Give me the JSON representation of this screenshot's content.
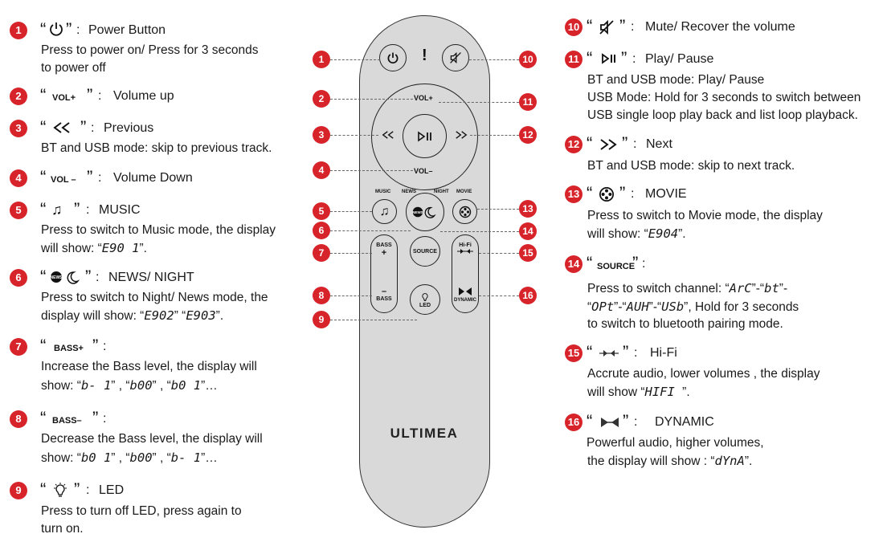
{
  "brand": "ULTIMEA",
  "remote_labels": {
    "vol_up": "VOL+",
    "vol_down": "VOL–",
    "music": "MUSIC",
    "news": "NEWS",
    "night": "NIGHT",
    "movie": "MOVIE",
    "source": "SOURCE",
    "bass": "BASS",
    "bass_plus": "+",
    "bass_minus": "–",
    "hifi": "Hi-Fi",
    "dynamic": "DYNAMIC",
    "led": "LED",
    "indicator": "!"
  },
  "callout_numbers": [
    "1",
    "2",
    "3",
    "4",
    "5",
    "6",
    "7",
    "8",
    "9",
    "10",
    "11",
    "12",
    "13",
    "14",
    "15",
    "16"
  ],
  "items": [
    {
      "num": "1",
      "glyph": "power-icon",
      "title": "Power Button",
      "lines": [
        "Press to power on/ Press for 3 seconds",
        "to power off"
      ]
    },
    {
      "num": "2",
      "glyph_text": "VOL+",
      "title": "Volume up",
      "lines": []
    },
    {
      "num": "3",
      "glyph": "previous-icon",
      "title": "Previous",
      "lines": [
        "BT and USB mode: skip to previous track."
      ]
    },
    {
      "num": "4",
      "glyph_text": "VOL –",
      "title": "Volume Down",
      "lines": []
    },
    {
      "num": "5",
      "glyph": "music-note-icon",
      "title": "MUSIC",
      "lines": [
        "Press to switch to Music mode, the display"
      ],
      "line2_pre": "will show: “",
      "line2_seg": "E90 1",
      "line2_post": "”."
    },
    {
      "num": "6",
      "glyph": "news-night-icon",
      "title": "NEWS/ NIGHT",
      "lines": [
        "Press to switch to Night/ News mode, the"
      ],
      "line2_pre": "display will show: “",
      "line2_seg": "E902",
      "line2_mid": "” “",
      "line2_seg2": "E903",
      "line2_post": "”."
    },
    {
      "num": "7",
      "glyph_text": "BASS+",
      "title": "",
      "lines": [
        "Increase the Bass level, the display will"
      ],
      "line2_pre": "show: “",
      "line2_seg": "b- 1",
      "line2_mid": "” , “",
      "line2_seg2": "b00",
      "line2_mid2": "” , “",
      "line2_seg3": "b0 1",
      "line2_post": "”…"
    },
    {
      "num": "8",
      "glyph_text": "BASS–",
      "title": "",
      "lines": [
        "Decrease the Bass level, the display will"
      ],
      "line2_pre": "show: “",
      "line2_seg": "b0 1",
      "line2_mid": "” , “",
      "line2_seg2": "b00",
      "line2_mid2": "” , “",
      "line2_seg3": "b- 1",
      "line2_post": "”…"
    },
    {
      "num": "9",
      "glyph": "led-icon",
      "title": "LED",
      "lines": [
        "Press to turn off LED, press again to",
        "turn on."
      ]
    },
    {
      "num": "10",
      "glyph": "mute-icon",
      "title": "Mute/ Recover the volume",
      "lines": []
    },
    {
      "num": "11",
      "glyph": "play-pause-icon",
      "title": "Play/ Pause",
      "lines": [
        "BT and USB mode: Play/ Pause",
        "USB Mode: Hold for 3 seconds to switch between",
        "USB single loop play back and list loop playback."
      ]
    },
    {
      "num": "12",
      "glyph": "next-icon",
      "title": "Next",
      "lines": [
        "BT and USB mode: skip to next track."
      ]
    },
    {
      "num": "13",
      "glyph": "movie-icon",
      "title": "MOVIE",
      "lines": [
        "Press to switch to Movie mode, the display"
      ],
      "line2_pre": "will show: “",
      "line2_seg": "E904",
      "line2_post": "”."
    },
    {
      "num": "14",
      "glyph_text": "SOURCE",
      "title": "",
      "lines": [],
      "line1_pre": "Press to switch channel: “",
      "line1_seg": "ArC",
      "line1_mid": "”-“",
      "line1_seg2": "bt",
      "line1_post": "”-",
      "line2_pre": "“",
      "line2_seg": "OPt",
      "line2_mid": "”-“",
      "line2_seg2": "AUH",
      "line2_mid2": "”-“",
      "line2_seg3": "USb",
      "line2_post": "”, Hold for 3 seconds",
      "line3": "to switch to bluetooth pairing mode."
    },
    {
      "num": "15",
      "glyph": "hifi-icon",
      "title": "Hi-Fi",
      "lines": [
        "Accrute audio, lower volumes , the display"
      ],
      "line2_pre": "will show “",
      "line2_seg": "HIFI ",
      "line2_post": "”."
    },
    {
      "num": "16",
      "glyph": "dynamic-icon",
      "title": "DYNAMIC",
      "lines": [
        "Powerful audio, higher volumes,"
      ],
      "line2_pre": "the display will show : “",
      "line2_seg": "dYnA",
      "line2_post": "”."
    }
  ]
}
